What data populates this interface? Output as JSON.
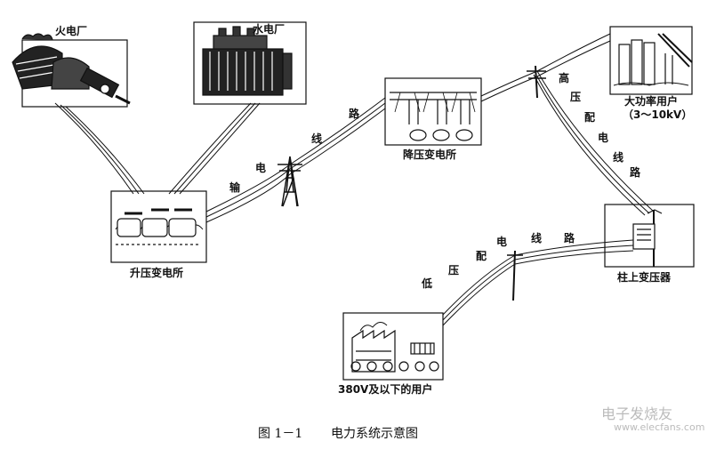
{
  "labels": {
    "thermal_plant": "火电厂",
    "hydro_plant": "水电厂",
    "stepup_station": "升压变电所",
    "stepdown_station": "降压变电所",
    "large_user_line1": "大功率用户",
    "large_user_line2": "（3～10kV）",
    "pole_transformer": "柱上变压器",
    "low_user": "380V及以下的用户"
  },
  "lines": {
    "transmission": [
      "输",
      "电",
      "线",
      "路"
    ],
    "high_voltage": [
      "高",
      "压",
      "配",
      "电",
      "线",
      "路"
    ],
    "low_voltage": [
      "低",
      "压",
      "配",
      "电",
      "线",
      "路"
    ]
  },
  "caption": {
    "figure_number": "图 1－1",
    "figure_title": "电力系统示意图"
  },
  "watermark": {
    "main": "电子发烧友",
    "url": "www.elecfans.com"
  }
}
